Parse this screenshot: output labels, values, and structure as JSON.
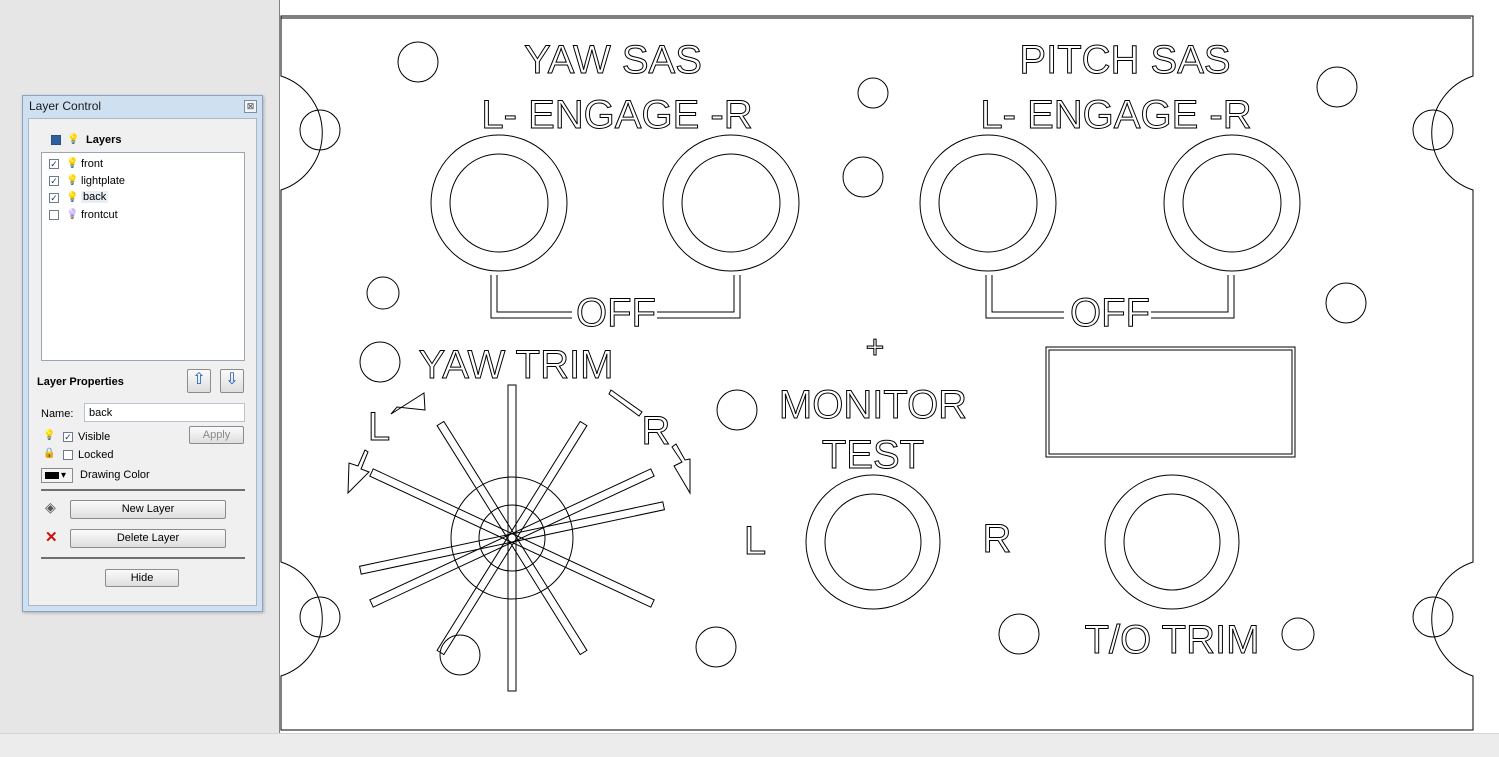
{
  "layer_control": {
    "title": "Layer Control",
    "close_glyph": "⊠",
    "layers_header": "Layers",
    "layers": [
      {
        "name": "front",
        "checked": true,
        "bulb_color": "#e8d200"
      },
      {
        "name": "lightplate",
        "checked": true,
        "bulb_color": "#e8d200"
      },
      {
        "name": "back",
        "checked": true,
        "bulb_color": "#e8d200",
        "selected": true
      },
      {
        "name": "frontcut",
        "checked": false,
        "bulb_color": "#2a6fb8"
      }
    ],
    "properties_header": "Layer Properties",
    "name_label": "Name:",
    "name_value": "back",
    "apply_label": "Apply",
    "visible_label": "Visible",
    "visible_checked": true,
    "locked_label": "Locked",
    "locked_checked": false,
    "drawing_color_label": "Drawing Color",
    "drawing_color": "#000000",
    "new_layer_label": "New Layer",
    "delete_layer_label": "Delete Layer",
    "hide_label": "Hide",
    "check_glyph": "✓",
    "up_glyph": "⇧",
    "down_glyph": "⇩",
    "bulb_glyph": "💡",
    "lock_glyph": "🔒",
    "dropdown_glyph": "▾"
  },
  "panel_text": {
    "yaw_sas": "YAW SAS",
    "pitch_sas": "PITCH SAS",
    "engage_left": "L- ENGAGE -R",
    "engage_right": "L- ENGAGE -R",
    "off_left": "OFF",
    "off_right": "OFF",
    "yaw_trim": "YAW TRIM",
    "trim_l": "L",
    "trim_r": "R",
    "plus": "+",
    "monitor": "MONITOR",
    "test": "TEST",
    "mon_l": "L",
    "mon_r": "R",
    "to_trim": "T/O TRIM"
  }
}
